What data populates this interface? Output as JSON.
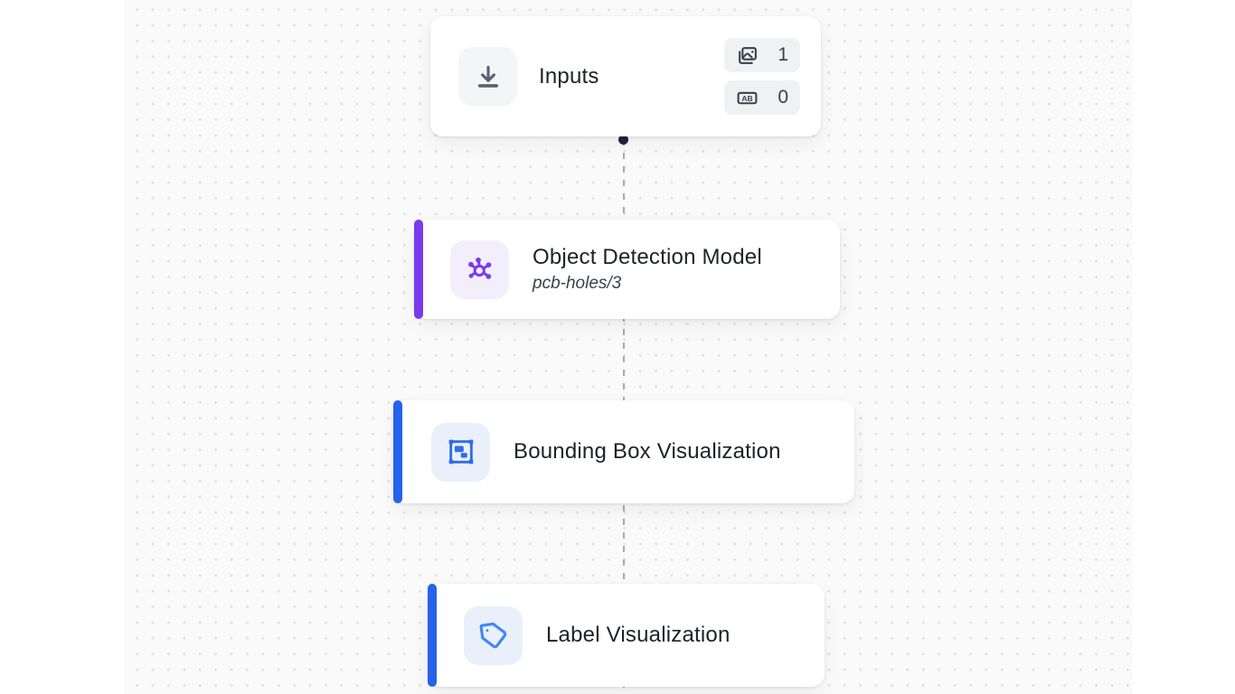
{
  "canvas": {
    "background": "#fafafa",
    "dot_color": "#dfe1e4",
    "connector_color": "#a7aab1",
    "handle_color": "#20243a"
  },
  "nodes": [
    {
      "id": "inputs",
      "title": "Inputs",
      "icon": "download-icon",
      "icon_color": "#566170",
      "icon_bg": "#f4f5f7",
      "badges": [
        {
          "icon": "images-icon",
          "count": "1"
        },
        {
          "icon": "text-input-icon",
          "count": "0"
        }
      ]
    },
    {
      "id": "object-detection-model",
      "title": "Object Detection Model",
      "subtitle": "pcb-holes/3",
      "icon": "model-hub-icon",
      "icon_color": "#7c3aed",
      "icon_bg": "#f2eefb",
      "accent": "#7c3aed"
    },
    {
      "id": "bounding-box-visualization",
      "title": "Bounding Box Visualization",
      "icon": "bounding-box-icon",
      "icon_color": "#2f6bed",
      "icon_bg": "#e9f0fc",
      "accent": "#2563eb"
    },
    {
      "id": "label-visualization",
      "title": "Label Visualization",
      "icon": "tag-icon",
      "icon_color": "#4186f4",
      "icon_bg": "#e9f0fc",
      "accent": "#2563eb"
    }
  ]
}
